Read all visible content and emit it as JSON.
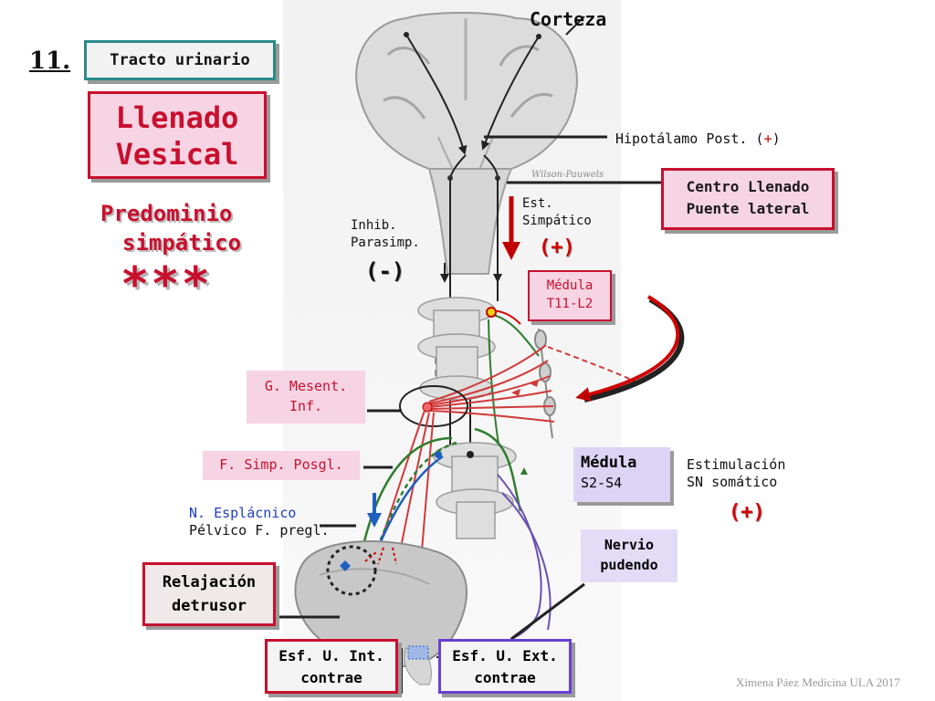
{
  "slide_number": "11.",
  "topic": "Tracto urinario",
  "main_title": {
    "line1": "Llenado",
    "line2": "Vesical"
  },
  "subtitle": {
    "line1": "Predominio",
    "line2": "simpático"
  },
  "stars": "***",
  "labels": {
    "corteza": "Corteza",
    "hipotalamo": "Hipotálamo Post. (",
    "hipotalamo_sign": "+",
    "hipotalamo_end": ")",
    "centro_llenado": {
      "line1": "Centro Llenado",
      "line2": "Puente lateral"
    },
    "est_simpatico": {
      "line1": "Est.",
      "line2": "Simpático"
    },
    "est_sign": "(+)",
    "inhib_parasimp": {
      "line1": "Inhib.",
      "line2": "Parasimp."
    },
    "inhib_sign": "(-)",
    "medula_t": {
      "line1": "Médula",
      "line2": "T11-L2"
    },
    "g_mesent": {
      "line1": "G. Mesent.",
      "line2": "Inf."
    },
    "f_simp": "F. Simp. Posgl.",
    "n_esplacnico": {
      "line1": "N. Esplácnico",
      "line2": "Pélvico F. pregl."
    },
    "medula_s": {
      "line1": "Médula",
      "line2": "S2-S4"
    },
    "estimulacion": {
      "line1": "Estimulación",
      "line2": "SN somático"
    },
    "est_somatico_sign": "(+)",
    "nervio_pudendo": {
      "line1": "Nervio",
      "line2": "pudendo"
    },
    "relajacion": {
      "line1": "Relajación",
      "line2": "detrusor"
    },
    "esf_int": {
      "line1": "Esf. U. Int.",
      "line2": "contrae"
    },
    "esf_ext": {
      "line1": "Esf. U. Ext.",
      "line2": "contrae"
    },
    "illustrator_signature": "Wilson-Pauwels",
    "credit": "Ximena Páez Medicina ULA 2017"
  },
  "colors": {
    "accent_red": "#d40000",
    "box_border_red": "#c8102e",
    "box_border_purple": "#6a3fd4",
    "box_border_teal": "#2b8a8a",
    "box_fill_pink": "#f7d4e3",
    "nerve_green": "#2e7d2e",
    "nerve_blue": "#1f5fbf",
    "nerve_purple": "#6b4fb0"
  }
}
